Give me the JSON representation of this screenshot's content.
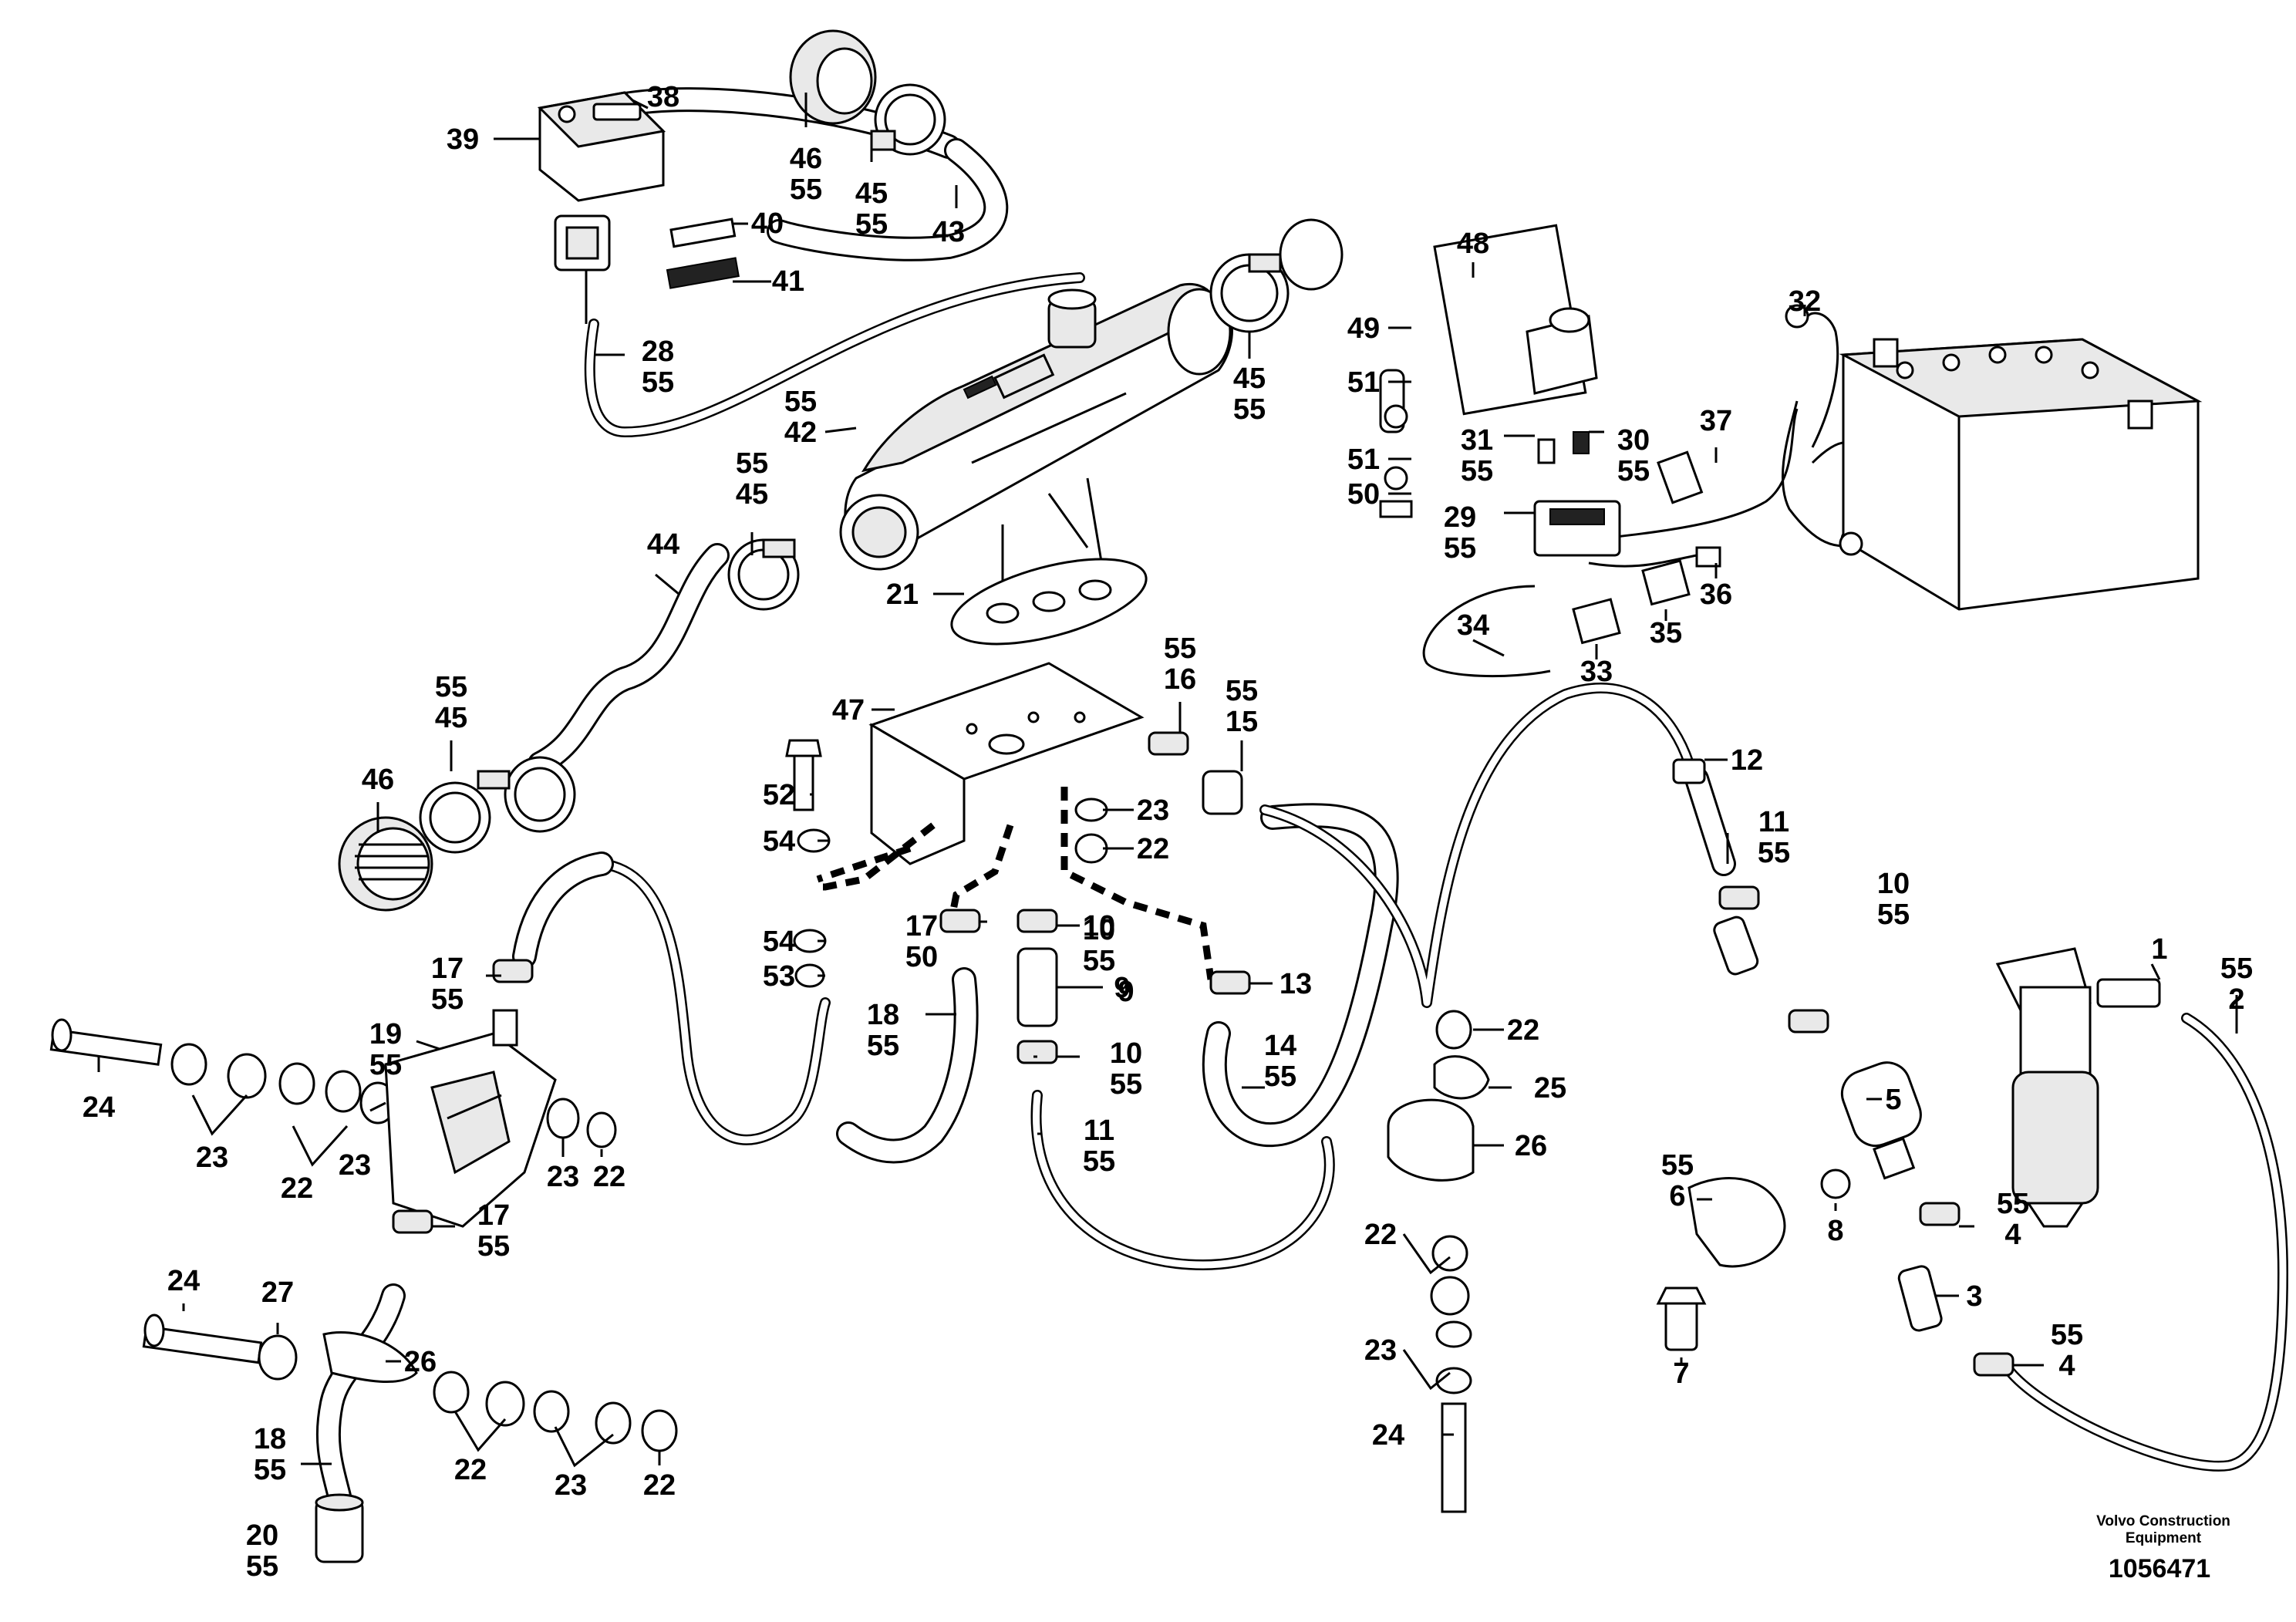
{
  "diagram": {
    "credit_line1": "Volvo Construction",
    "credit_line2": "Equipment",
    "document_number": "1056471"
  },
  "callouts": [
    {
      "id": "c1",
      "l1": "39",
      "l2": ""
    },
    {
      "id": "c2",
      "l1": "38",
      "l2": ""
    },
    {
      "id": "c3",
      "l1": "40",
      "l2": ""
    },
    {
      "id": "c4",
      "l1": "41",
      "l2": ""
    },
    {
      "id": "c5",
      "l1": "28",
      "l2": "55"
    },
    {
      "id": "c6",
      "l1": "46",
      "l2": "55"
    },
    {
      "id": "c7",
      "l1": "45",
      "l2": "55"
    },
    {
      "id": "c8",
      "l1": "43",
      "l2": ""
    },
    {
      "id": "c9",
      "l1": "55",
      "l2": "42"
    },
    {
      "id": "c10",
      "l1": "45",
      "l2": "55"
    },
    {
      "id": "c11",
      "l1": "48",
      "l2": ""
    },
    {
      "id": "c12",
      "l1": "49",
      "l2": ""
    },
    {
      "id": "c13",
      "l1": "51",
      "l2": ""
    },
    {
      "id": "c14",
      "l1": "51",
      "l2": ""
    },
    {
      "id": "c15",
      "l1": "50",
      "l2": ""
    },
    {
      "id": "c16",
      "l1": "31",
      "l2": "55"
    },
    {
      "id": "c17",
      "l1": "30",
      "l2": "55"
    },
    {
      "id": "c18",
      "l1": "29",
      "l2": "55"
    },
    {
      "id": "c19",
      "l1": "32",
      "l2": ""
    },
    {
      "id": "c20",
      "l1": "37",
      "l2": ""
    },
    {
      "id": "c21",
      "l1": "36",
      "l2": ""
    },
    {
      "id": "c22",
      "l1": "35",
      "l2": ""
    },
    {
      "id": "c23",
      "l1": "33",
      "l2": ""
    },
    {
      "id": "c24",
      "l1": "34",
      "l2": ""
    },
    {
      "id": "c25",
      "l1": "55",
      "l2": "45"
    },
    {
      "id": "c26",
      "l1": "44",
      "l2": ""
    },
    {
      "id": "c27",
      "l1": "21",
      "l2": ""
    },
    {
      "id": "c28",
      "l1": "55",
      "l2": "45"
    },
    {
      "id": "c29",
      "l1": "46",
      "l2": ""
    },
    {
      "id": "c30",
      "l1": "47",
      "l2": ""
    },
    {
      "id": "c31",
      "l1": "55",
      "l2": "16"
    },
    {
      "id": "c32",
      "l1": "55",
      "l2": "15"
    },
    {
      "id": "c33",
      "l1": "12",
      "l2": ""
    },
    {
      "id": "c34",
      "l1": "11",
      "l2": "55"
    },
    {
      "id": "c35",
      "l1": "52",
      "l2": ""
    },
    {
      "id": "c36",
      "l1": "54",
      "l2": ""
    },
    {
      "id": "c37",
      "l1": "23",
      "l2": ""
    },
    {
      "id": "c38",
      "l1": "22",
      "l2": ""
    },
    {
      "id": "c39",
      "l1": "10",
      "l2": ""
    },
    {
      "id": "c40",
      "l1": "9",
      "l2": ""
    },
    {
      "id": "c41",
      "l1": "54",
      "l2": ""
    },
    {
      "id": "c42",
      "l1": "53",
      "l2": ""
    },
    {
      "id": "c43",
      "l1": "17",
      "l2": "50"
    },
    {
      "id": "c44",
      "l1": "10",
      "l2": "55"
    },
    {
      "id": "c45",
      "l1": "13",
      "l2": ""
    },
    {
      "id": "c46",
      "l1": "17",
      "l2": "55"
    },
    {
      "id": "c47",
      "l1": "10",
      "l2": "55"
    },
    {
      "id": "c48",
      "l1": "1",
      "l2": ""
    },
    {
      "id": "c49",
      "l1": "55",
      "l2": "2"
    },
    {
      "id": "c50",
      "l1": "18",
      "l2": "55"
    },
    {
      "id": "c51",
      "l1": "9",
      "l2": ""
    },
    {
      "id": "c52",
      "l1": "19",
      "l2": "55"
    },
    {
      "id": "c53",
      "l1": "24",
      "l2": ""
    },
    {
      "id": "c54",
      "l1": "23",
      "l2": ""
    },
    {
      "id": "c55",
      "l1": "22",
      "l2": ""
    },
    {
      "id": "c56",
      "l1": "23",
      "l2": ""
    },
    {
      "id": "c57",
      "l1": "14",
      "l2": "55"
    },
    {
      "id": "c58",
      "l1": "10",
      "l2": "55"
    },
    {
      "id": "c59",
      "l1": "22",
      "l2": ""
    },
    {
      "id": "c60",
      "l1": "25",
      "l2": ""
    },
    {
      "id": "c61",
      "l1": "5",
      "l2": ""
    },
    {
      "id": "c62",
      "l1": "11",
      "l2": "55"
    },
    {
      "id": "c63",
      "l1": "26",
      "l2": ""
    },
    {
      "id": "c64",
      "l1": "23",
      "l2": ""
    },
    {
      "id": "c65",
      "l1": "22",
      "l2": ""
    },
    {
      "id": "c66",
      "l1": "55",
      "l2": "6"
    },
    {
      "id": "c67",
      "l1": "55",
      "l2": "4"
    },
    {
      "id": "c68",
      "l1": "8",
      "l2": ""
    },
    {
      "id": "c69",
      "l1": "17",
      "l2": "55"
    },
    {
      "id": "c70",
      "l1": "22",
      "l2": ""
    },
    {
      "id": "c71",
      "l1": "3",
      "l2": ""
    },
    {
      "id": "c72",
      "l1": "24",
      "l2": ""
    },
    {
      "id": "c73",
      "l1": "27",
      "l2": ""
    },
    {
      "id": "c74",
      "l1": "26",
      "l2": ""
    },
    {
      "id": "c75",
      "l1": "23",
      "l2": ""
    },
    {
      "id": "c76",
      "l1": "7",
      "l2": ""
    },
    {
      "id": "c77",
      "l1": "55",
      "l2": "4"
    },
    {
      "id": "c78",
      "l1": "24",
      "l2": ""
    },
    {
      "id": "c79",
      "l1": "18",
      "l2": "55"
    },
    {
      "id": "c80",
      "l1": "22",
      "l2": ""
    },
    {
      "id": "c81",
      "l1": "23",
      "l2": ""
    },
    {
      "id": "c82",
      "l1": "22",
      "l2": ""
    },
    {
      "id": "c83",
      "l1": "20",
      "l2": "55"
    }
  ]
}
